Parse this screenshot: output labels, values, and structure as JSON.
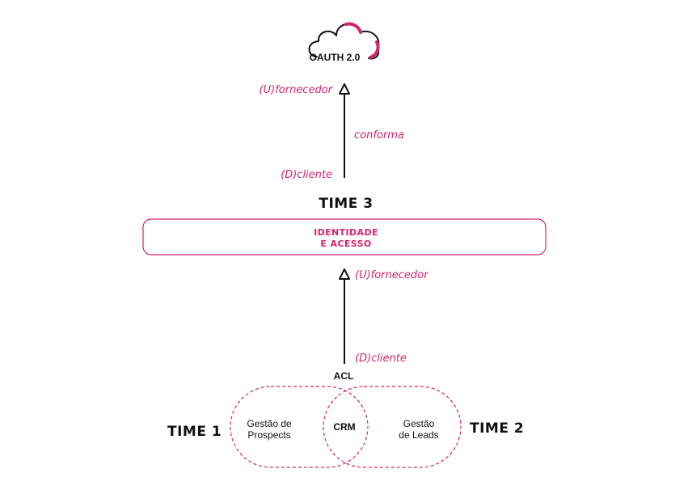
{
  "colors": {
    "accent": "#d6246e",
    "ink": "#111111"
  },
  "icons": {
    "cloud": "cloud-icon"
  },
  "top": {
    "cloud_label": "OAUTH 2.0",
    "upstream_role": "(U)fornecedor",
    "relationship": "conforma",
    "downstream_role": "(D)cliente"
  },
  "time3": {
    "label": "TIME 3",
    "context_line1": "IDENTIDADE",
    "context_line2": "E ACESSO"
  },
  "middle": {
    "upstream_role": "(U)fornecedor",
    "downstream_role": "(D)cliente",
    "acl_label": "ACL"
  },
  "bottom": {
    "time1_label": "TIME 1",
    "time2_label": "TIME 2",
    "left_context_line1": "Gestão de",
    "left_context_line2": "Prospects",
    "shared_context": "CRM",
    "right_context_line1": "Gestão",
    "right_context_line2": "de Leads"
  }
}
